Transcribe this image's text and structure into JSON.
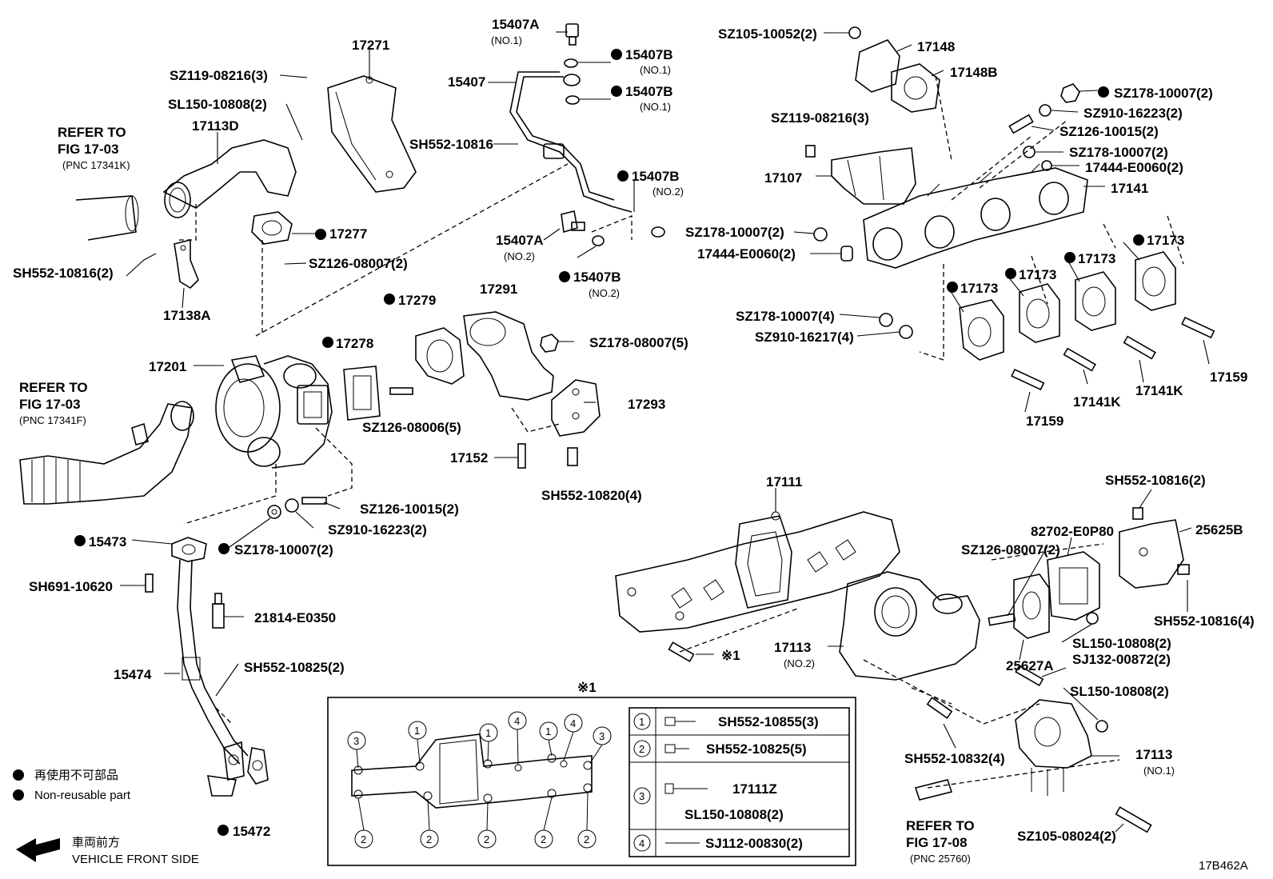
{
  "diagram_id": "17B462A",
  "labels": {
    "p17271": "17271",
    "sz119_08216_top": "SZ119-08216(3)",
    "sl150_10808_top": "SL150-10808(2)",
    "p17113d": "17113D",
    "refer_17_03_k_1": "REFER TO",
    "refer_17_03_k_2": "FIG 17-03",
    "refer_17_03_k_3": "(PNC 17341K)",
    "p17277": "17277",
    "sz126_08007_left": "SZ126-08007(2)",
    "sh552_10816_left": "SH552-10816(2)",
    "p17138a": "17138A",
    "p15407a_top": "15407A",
    "no1_a": "(NO.1)",
    "p15407b_1": "15407B",
    "no1_b": "(NO.1)",
    "p15407": "15407",
    "p15407b_2": "15407B",
    "no1_c": "(NO.1)",
    "sh552_10816_mid": "SH552-10816",
    "p15407b_3": "15407B",
    "no2_a": "(NO.2)",
    "p15407a_mid": "15407A",
    "no2_b": "(NO.2)",
    "p15407b_4": "15407B",
    "no2_c": "(NO.2)",
    "p17279": "17279",
    "p17291": "17291",
    "p17278": "17278",
    "sz178_08007": "SZ178-08007(5)",
    "p17201": "17201",
    "refer_17_03_f_1": "REFER TO",
    "refer_17_03_f_2": "FIG 17-03",
    "refer_17_03_f_3": "(PNC 17341F)",
    "sz126_08006": "SZ126-08006(5)",
    "p17293": "17293",
    "p17152": "17152",
    "sh552_10820": "SH552-10820(4)",
    "sz126_10015_mid": "SZ126-10015(2)",
    "sz910_16223_mid": "SZ910-16223(2)",
    "sz178_10007_mid": "SZ178-10007(2)",
    "p15473": "15473",
    "sh691_10620": "SH691-10620",
    "p21814": "21814-E0350",
    "p15474": "15474",
    "sh552_10825": "SH552-10825(2)",
    "p15472": "15472",
    "sz105_10052": "SZ105-10052(2)",
    "p17148": "17148",
    "p17148b": "17148B",
    "sz178_10007_r1": "SZ178-10007(2)",
    "sz910_16223_r": "SZ910-16223(2)",
    "sz126_10015_r": "SZ126-10015(2)",
    "sz119_08216_r": "SZ119-08216(3)",
    "sz178_10007_r2": "SZ178-10007(2)",
    "p17444_r": "17444-E0060(2)",
    "p17107": "17107",
    "p17141": "17141",
    "sz178_10007_r3": "SZ178-10007(2)",
    "p17444_l": "17444-E0060(2)",
    "p17173_1": "17173",
    "p17173_2": "17173",
    "p17173_3": "17173",
    "p17173_4": "17173",
    "sz178_10007_r4": "SZ178-10007(4)",
    "sz910_16217": "SZ910-16217(4)",
    "p17141k_1": "17141K",
    "p17141k_2": "17141K",
    "p17159_1": "17159",
    "p17159_2": "17159",
    "p17111": "17111",
    "sh552_10816_r": "SH552-10816(2)",
    "p82702": "82702-E0P80",
    "p25625b": "25625B",
    "sz126_08007_r": "SZ126-08007(2)",
    "sh552_10816_r2": "SH552-10816(4)",
    "p17113_no2": "17113",
    "no2_d": "(NO.2)",
    "p25627a": "25627A",
    "sl150_10808_r1": "SL150-10808(2)",
    "sj132_00872": "SJ132-00872(2)",
    "sl150_10808_r2": "SL150-10808(2)",
    "note1": "※1",
    "note1_box": "※1",
    "sh552_10832": "SH552-10832(4)",
    "p17113_no1": "17113",
    "no1_d": "(NO.1)",
    "refer_17_08_1": "REFER TO",
    "refer_17_08_2": "FIG 17-08",
    "refer_17_08_3": "(PNC 25760)",
    "sz105_08024": "SZ105-08024(2)",
    "legend_jp": "再使用不可部品",
    "legend_en": "Non-reusable part",
    "front_jp": "車両前方",
    "front_en": "VEHICLE FRONT SIDE"
  },
  "inset": {
    "bolt_table": [
      {
        "num": "1",
        "part": "SH552-10855(3)"
      },
      {
        "num": "2",
        "part": "SH552-10825(5)"
      },
      {
        "num": "3",
        "part_a": "17111Z",
        "part_b": "SL150-10808(2)"
      },
      {
        "num": "4",
        "part": "SJ112-00830(2)"
      }
    ],
    "callouts_top": [
      "3",
      "1",
      "1",
      "4",
      "1",
      "4",
      "3"
    ],
    "callouts_bottom": [
      "2",
      "2",
      "2",
      "2",
      "2"
    ]
  }
}
